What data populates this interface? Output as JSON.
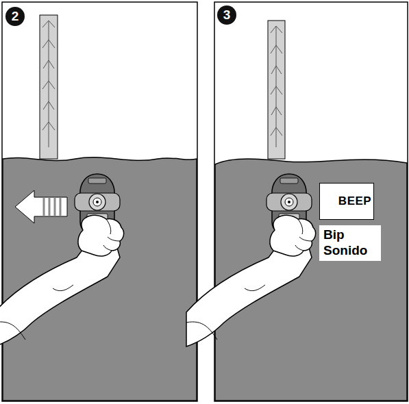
{
  "diagram": {
    "nodes": [
      {
        "text": [
          "2"
        ]
      },
      {
        "text": [
          "3"
        ]
      },
      {
        "text": [
          "BEEP"
        ]
      },
      {
        "text": [
          "Bip Sonido"
        ]
      }
    ]
  }
}
